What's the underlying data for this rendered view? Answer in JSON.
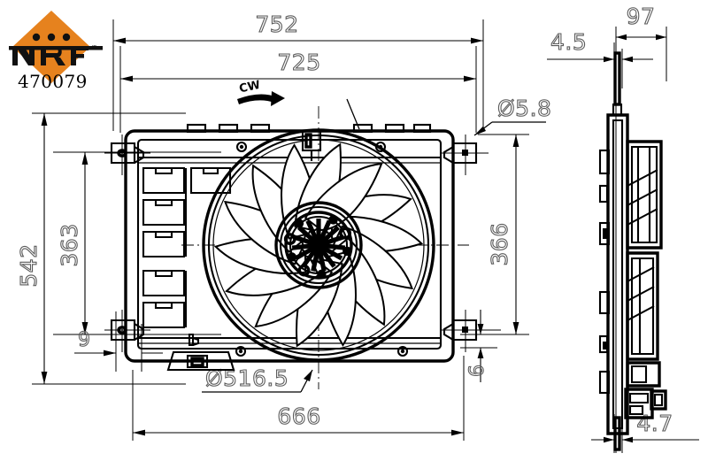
{
  "drawing": {
    "title": "NRF cooling fan assembly technical drawing",
    "view_type": "engineering-orthographic"
  },
  "logo": {
    "brand": "NRF",
    "brand_mark": "nrf-diamond-logo",
    "diamond_color": "#E6821E",
    "dot_color": "#111111",
    "letters_color": "#111111",
    "part_number": "470079",
    "part_number_color": "#3a2a10",
    "dots": [
      "dot-1",
      "dot-2",
      "dot-3"
    ]
  },
  "rotation": {
    "label": "CW",
    "icon": "clockwise-rotation-arrow-icon"
  },
  "dimensions": {
    "overall_width": "752",
    "inner_width": "725",
    "overall_height": "542",
    "bracket_height": "363",
    "bolt_hole_diameter": "Ø5.8",
    "right_height": "366",
    "bracket_offset_left": "9",
    "bracket_offset_right": "6",
    "fan_diameter": "Ø516.5",
    "shroud_width": "666",
    "side_depth": "97",
    "side_flange_top": "4.5",
    "side_flange_bottom": "4.7"
  },
  "labels": [
    {
      "id": "dim-752",
      "text": "752",
      "orientation": "horizontal",
      "position": "top-center"
    },
    {
      "id": "dim-725",
      "text": "725",
      "orientation": "horizontal",
      "position": "top-center"
    },
    {
      "id": "dim-542",
      "text": "542",
      "orientation": "vertical",
      "position": "left-outer"
    },
    {
      "id": "dim-363",
      "text": "363",
      "orientation": "vertical",
      "position": "left-inner"
    },
    {
      "id": "dim-9",
      "text": "9",
      "orientation": "horizontal",
      "position": "bottom-left"
    },
    {
      "id": "dim-d5-8",
      "text": "Ø5.8",
      "orientation": "horizontal",
      "position": "right-upper"
    },
    {
      "id": "dim-366",
      "text": "366",
      "orientation": "vertical",
      "position": "right-inner"
    },
    {
      "id": "dim-6",
      "text": "6",
      "orientation": "vertical",
      "position": "right-lower"
    },
    {
      "id": "dim-d516-5",
      "text": "Ø516.5",
      "orientation": "horizontal",
      "position": "bottom-center"
    },
    {
      "id": "dim-666",
      "text": "666",
      "orientation": "horizontal",
      "position": "bottom-center"
    },
    {
      "id": "dim-97",
      "text": "97",
      "orientation": "horizontal",
      "position": "side-top"
    },
    {
      "id": "dim-4-5",
      "text": "4.5",
      "orientation": "horizontal",
      "position": "side-top-left"
    },
    {
      "id": "dim-4-7",
      "text": "4.7",
      "orientation": "horizontal",
      "position": "side-bottom"
    }
  ],
  "colors": {
    "line": "#000000",
    "dim_text": "#5a5a5a",
    "background": "#ffffff",
    "brand_orange": "#E6821E"
  }
}
